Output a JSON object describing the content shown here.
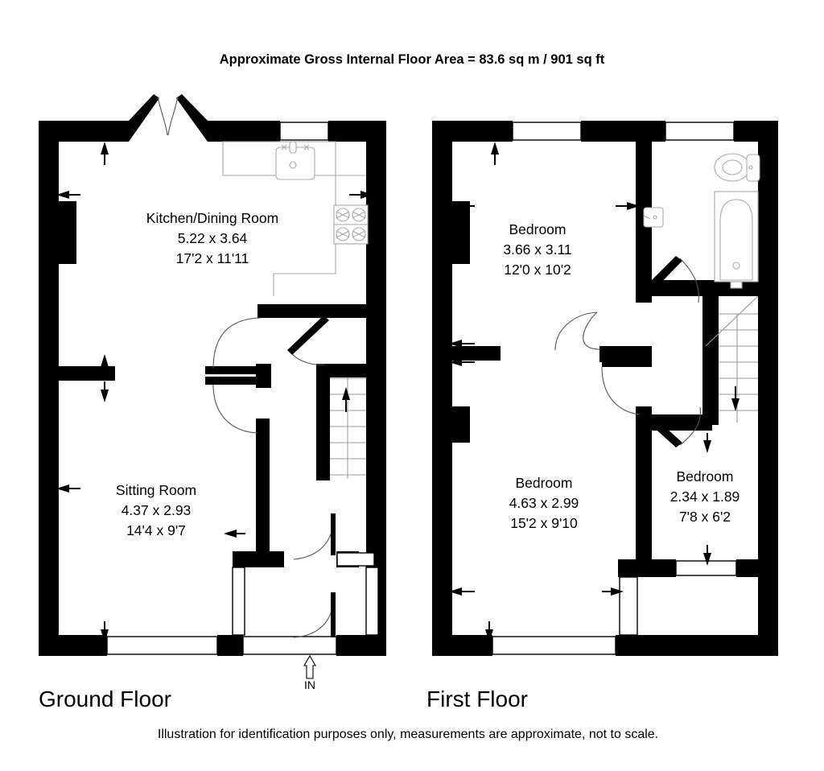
{
  "header": {
    "title": "Approximate Gross Internal Floor Area = 83.6 sq m / 901 sq ft"
  },
  "footer": {
    "disclaimer": "Illustration for identification purposes only, measurements are approximate, not to scale."
  },
  "floors": [
    {
      "id": "ground",
      "label": "Ground Floor",
      "rooms": [
        {
          "id": "kitchen-dining",
          "name": "Kitchen/Dining Room",
          "metric": "5.22 x 3.64",
          "imperial": "17'2 x 11'11"
        },
        {
          "id": "sitting-room",
          "name": "Sitting Room",
          "metric": "4.37 x 2.93",
          "imperial": "14'4 x 9'7"
        }
      ],
      "entrance": {
        "label": "IN"
      }
    },
    {
      "id": "first",
      "label": "First Floor",
      "rooms": [
        {
          "id": "bedroom-1",
          "name": "Bedroom",
          "metric": "3.66 x 3.11",
          "imperial": "12'0 x 10'2"
        },
        {
          "id": "bedroom-2",
          "name": "Bedroom",
          "metric": "4.63 x 2.99",
          "imperial": "15'2 x 9'10"
        },
        {
          "id": "bedroom-3",
          "name": "Bedroom",
          "metric": "2.34 x 1.89",
          "imperial": "7'8 x 6'2"
        }
      ]
    }
  ],
  "colors": {
    "wall": "#000000",
    "background": "#ffffff",
    "fixture_stroke": "#aaaaaa",
    "text": "#000000"
  }
}
